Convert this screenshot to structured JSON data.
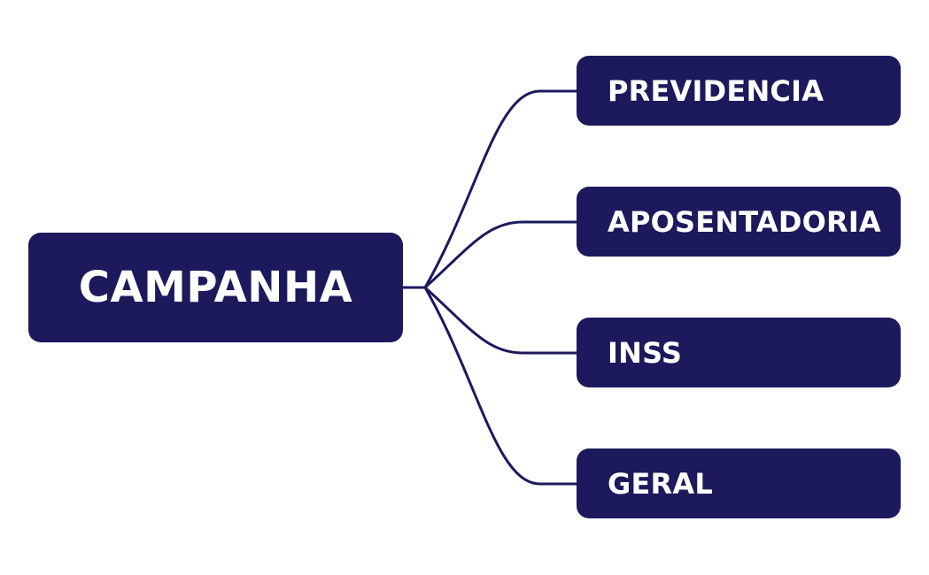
{
  "root": {
    "label": "CAMPANHA"
  },
  "children": [
    {
      "label": "PREVIDENCIA"
    },
    {
      "label": "APOSENTADORIA"
    },
    {
      "label": "INSS"
    },
    {
      "label": "GERAL"
    }
  ],
  "colors": {
    "node_fill": "#1c1a5c",
    "node_text": "#ffffff",
    "connector": "#1c1a5c",
    "background": "#ffffff"
  }
}
